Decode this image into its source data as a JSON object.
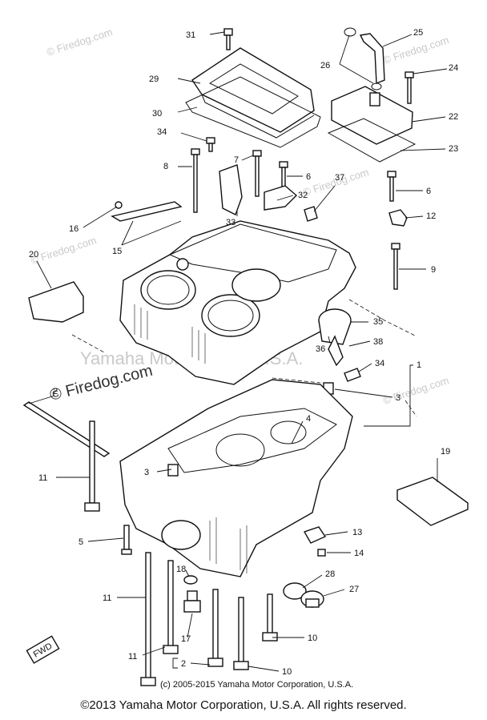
{
  "watermarks": {
    "corner": "© Firedog.com",
    "main": "© Firedog.com",
    "center": "Yamaha Motor Corp., U.S.A.",
    "credit": "(c) 2005-2015 Yamaha Motor Corporation, U.S.A."
  },
  "fwd_mark": "FWD",
  "footer": "©2013 Yamaha Motor Corporation, U.S.A. All rights reserved.",
  "callouts": [
    "31",
    "25",
    "29",
    "26",
    "24",
    "30",
    "22",
    "34",
    "23",
    "7",
    "8",
    "6",
    "37",
    "6",
    "32",
    "16",
    "33",
    "12",
    "15",
    "20",
    "9",
    "35",
    "36",
    "38",
    "34",
    "1",
    "2",
    "3",
    "4",
    "11",
    "3",
    "19",
    "5",
    "13",
    "14",
    "18",
    "28",
    "27",
    "11",
    "17",
    "10",
    "11",
    "2",
    "10"
  ]
}
